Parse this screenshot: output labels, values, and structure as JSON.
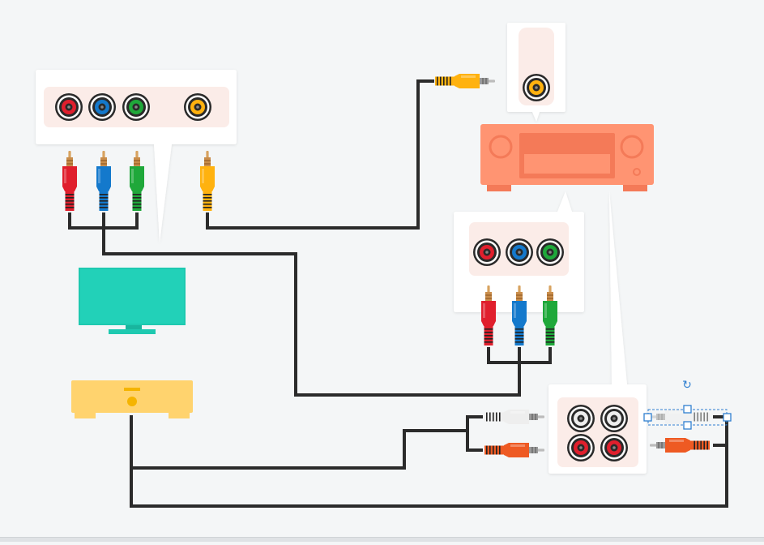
{
  "diagram": {
    "colors": {
      "background": "#f4f6f7",
      "wire": "#2b2b2b",
      "panel": "#ffffff",
      "panel_inner": "#fbece8",
      "receiver": "#ff9472",
      "receiver_dark": "#f47a58",
      "tv": "#1ec9b0",
      "player": "#ffd36e",
      "red": "#e01f2d",
      "blue": "#1479cc",
      "green": "#1fa83a",
      "yellow": "#ffb20f",
      "white": "#eeeeee",
      "orange": "#ee5a23",
      "selection": "#2f7fd0"
    },
    "devices": [
      "tv-icon",
      "receiver-icon",
      "media-player-icon"
    ],
    "connectors": [
      "red",
      "blue",
      "green",
      "yellow",
      "white",
      "orange"
    ],
    "rotate_handle_glyph": "↻"
  }
}
